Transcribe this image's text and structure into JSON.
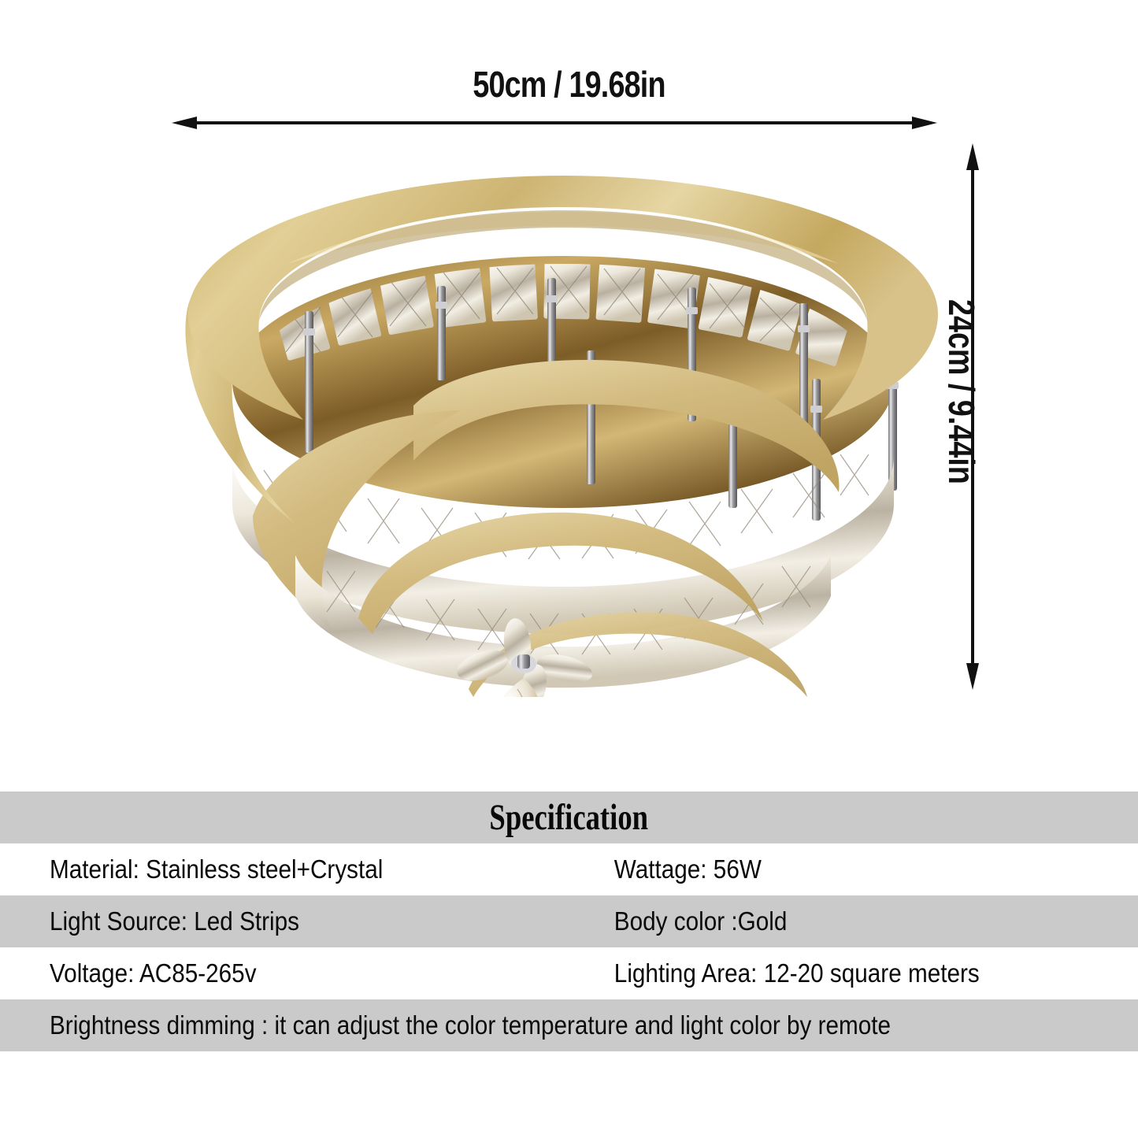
{
  "dimensions": {
    "width_label": "50cm / 19.68in",
    "height_label": "24cm / 9.44in"
  },
  "product": {
    "type": "flush-mount crystal ceiling lamp",
    "body_color_hex": "#c9b477",
    "crystal_color_hex": "#e8e2d4"
  },
  "specification": {
    "title": "Specification",
    "rows": [
      {
        "left": "Material: Stainless steel+Crystal",
        "right": "Wattage:  56W",
        "shaded": false
      },
      {
        "left": "Light Source:  Led Strips",
        "right": "Body color :Gold",
        "shaded": true
      },
      {
        "left": "Voltage:  AC85-265v",
        "right": "Lighting Area:  12-20 square meters",
        "shaded": false
      }
    ],
    "full_row": "Brightness dimming : it can adjust the color temperature and light color by remote",
    "band_color_hex": "#cacaca"
  }
}
